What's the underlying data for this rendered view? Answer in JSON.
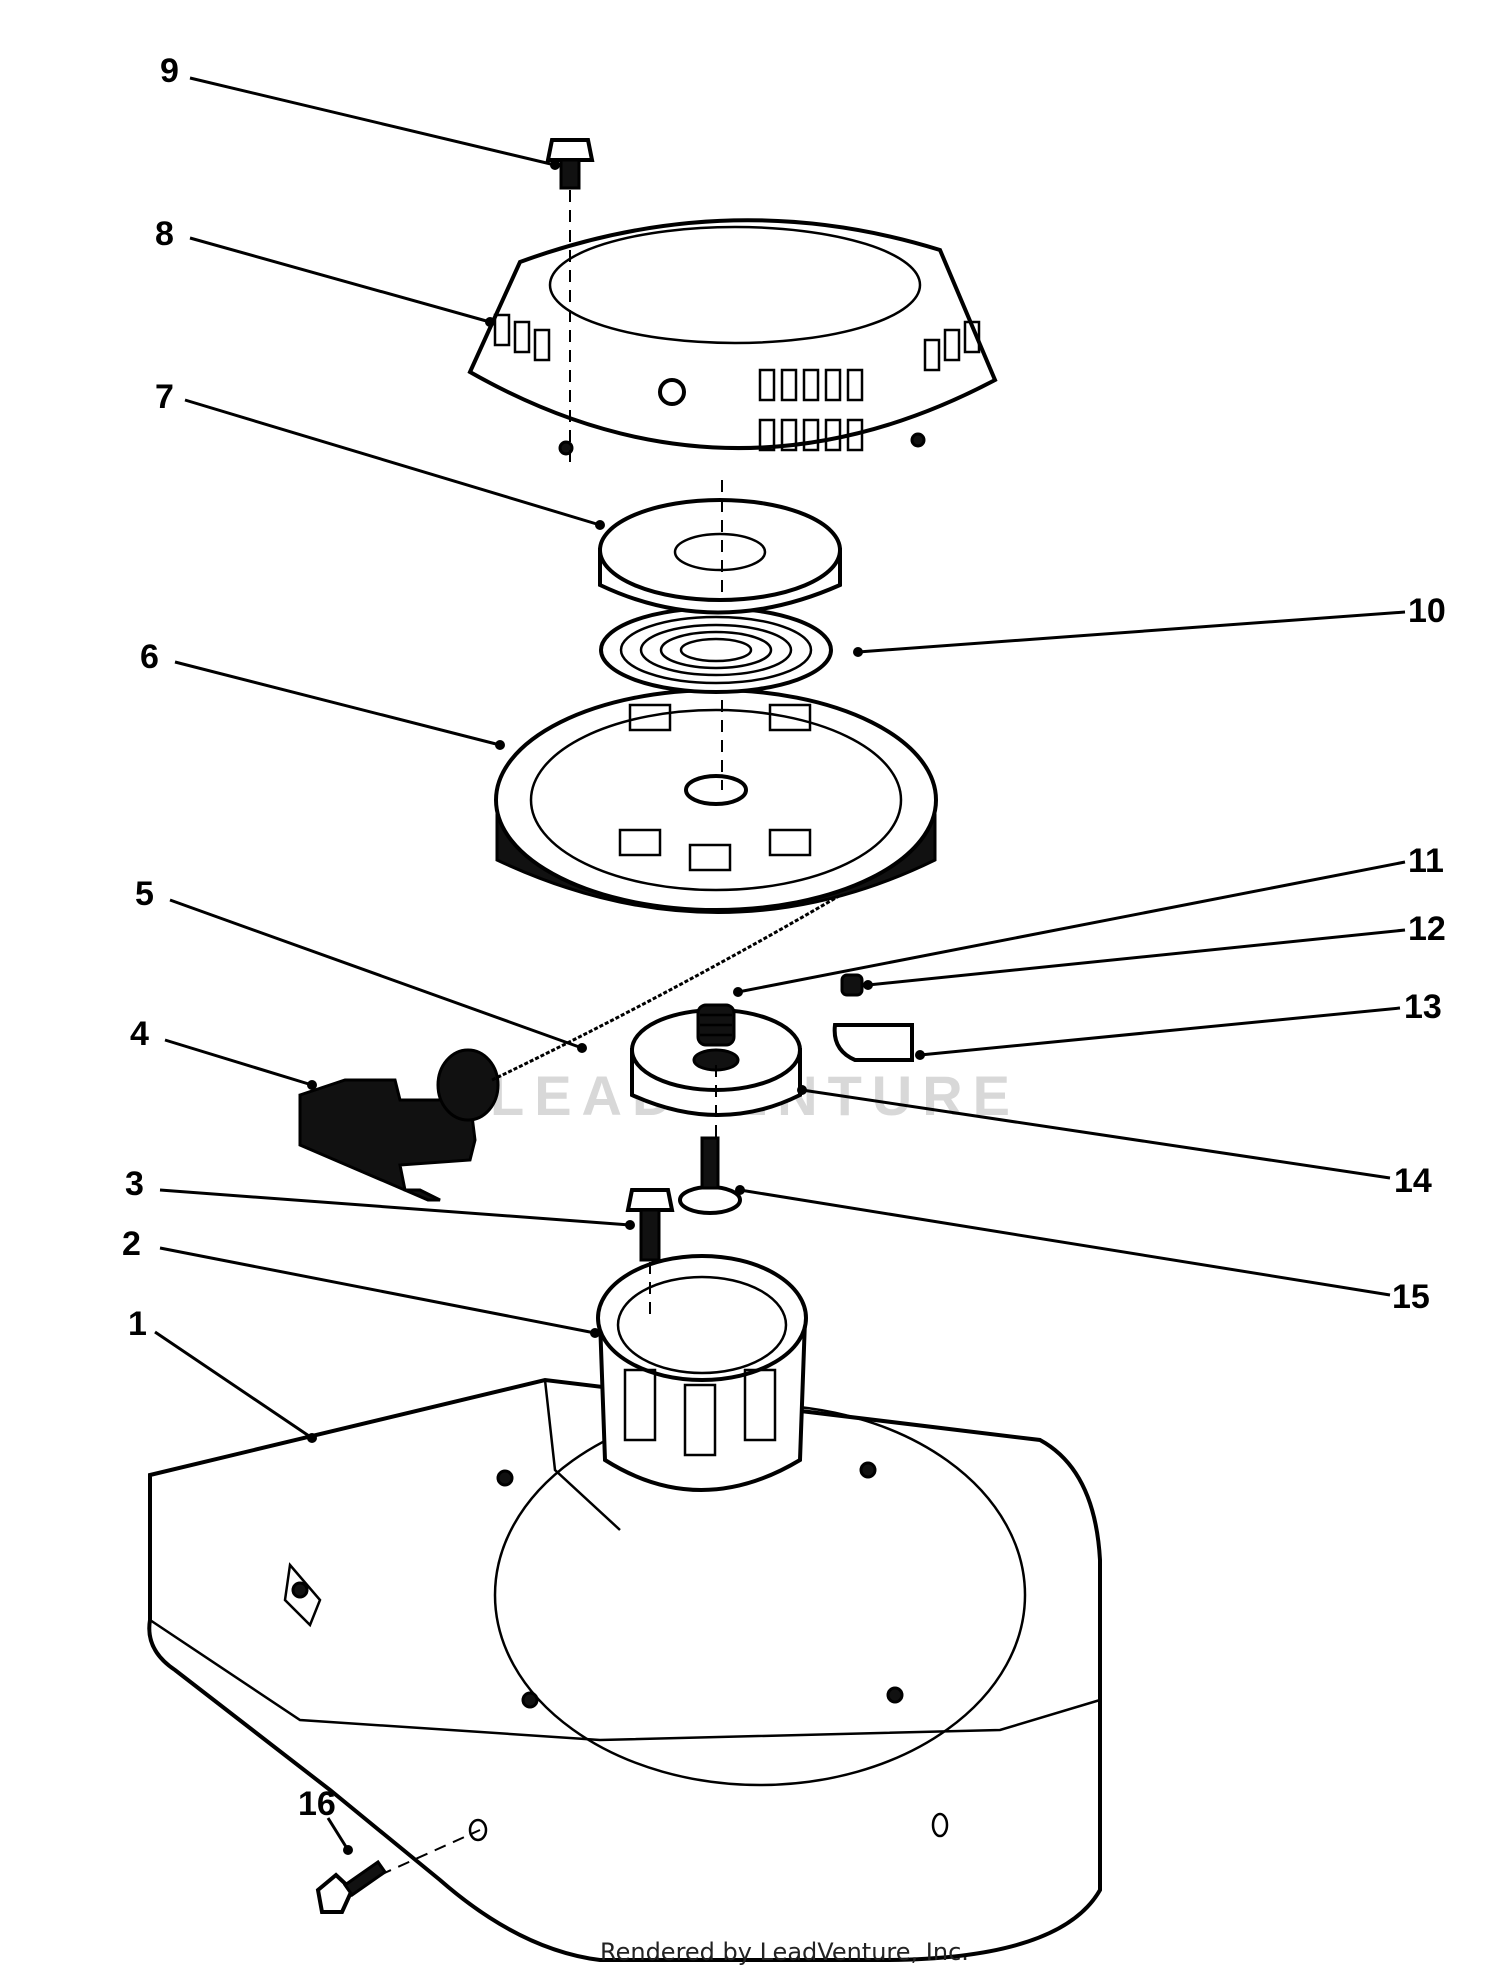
{
  "diagram": {
    "callouts": [
      {
        "id": "1",
        "label": "1"
      },
      {
        "id": "2",
        "label": "2"
      },
      {
        "id": "3",
        "label": "3"
      },
      {
        "id": "4",
        "label": "4"
      },
      {
        "id": "5",
        "label": "5"
      },
      {
        "id": "6",
        "label": "6"
      },
      {
        "id": "7",
        "label": "7"
      },
      {
        "id": "8",
        "label": "8"
      },
      {
        "id": "9",
        "label": "9"
      },
      {
        "id": "10",
        "label": "10"
      },
      {
        "id": "11",
        "label": "11"
      },
      {
        "id": "12",
        "label": "12"
      },
      {
        "id": "13",
        "label": "13"
      },
      {
        "id": "14",
        "label": "14"
      },
      {
        "id": "15",
        "label": "15"
      },
      {
        "id": "16",
        "label": "16"
      }
    ],
    "watermark": "LEADVENTURE",
    "credit": "Rendered by LeadVenture, Inc."
  }
}
